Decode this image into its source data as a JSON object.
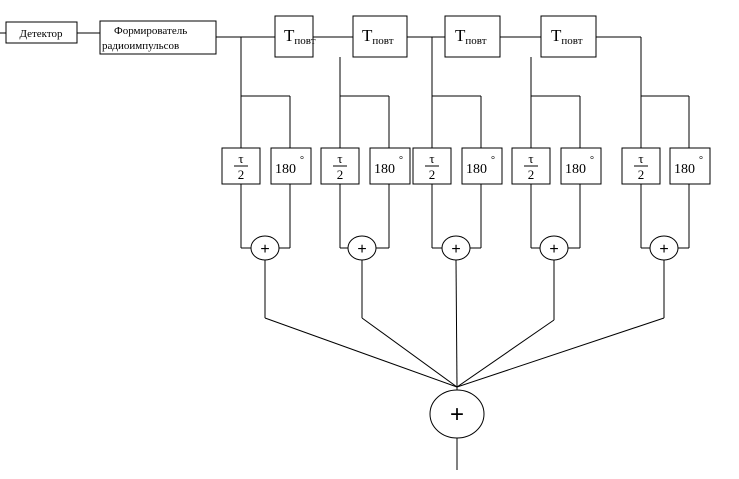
{
  "blocks": {
    "detector": "Детектор",
    "former_line1": "Формирователь",
    "former_line2": "радиоимпульсов",
    "delay_main": "T",
    "delay_sub": "повт",
    "half_num": "τ",
    "half_den": "2",
    "phase_value": "180",
    "phase_unit": "°",
    "adder_symbol": "+"
  }
}
